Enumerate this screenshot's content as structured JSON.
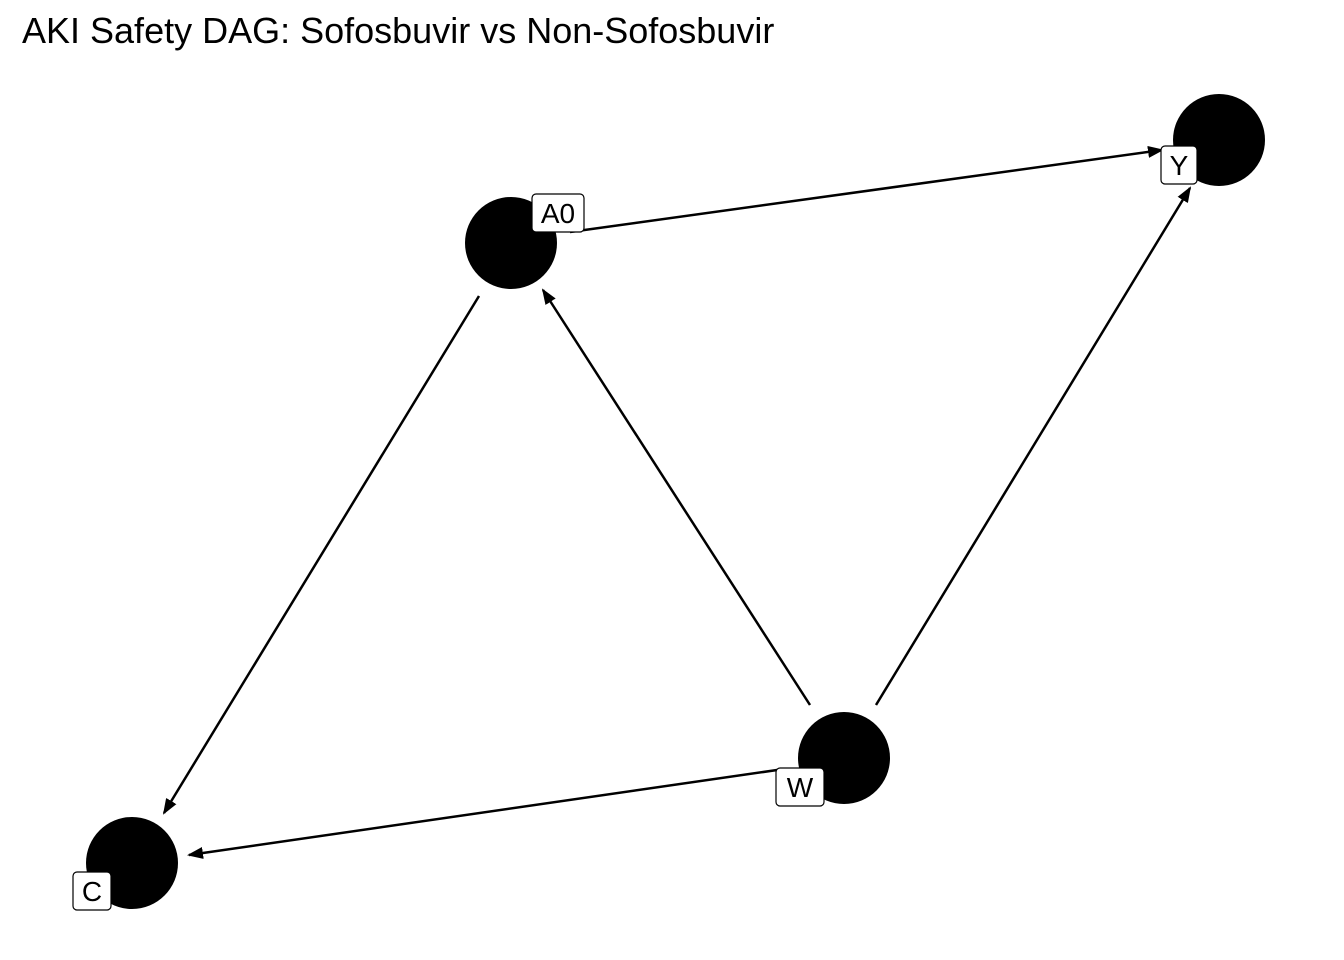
{
  "title": "AKI Safety DAG: Sofosbuvir vs Non-Sofosbuvir",
  "colors": {
    "node_fill": "#000000",
    "edge": "#000000",
    "label_bg": "#ffffff",
    "label_border": "#000000",
    "label_text": "#000000"
  },
  "nodes": [
    {
      "id": "A0",
      "label": "A0"
    },
    {
      "id": "Y",
      "label": "Y"
    },
    {
      "id": "W",
      "label": "W"
    },
    {
      "id": "C",
      "label": "C"
    }
  ],
  "edges": [
    {
      "from": "A0",
      "to": "Y"
    },
    {
      "from": "A0",
      "to": "C"
    },
    {
      "from": "W",
      "to": "A0"
    },
    {
      "from": "W",
      "to": "Y"
    },
    {
      "from": "W",
      "to": "C"
    }
  ]
}
